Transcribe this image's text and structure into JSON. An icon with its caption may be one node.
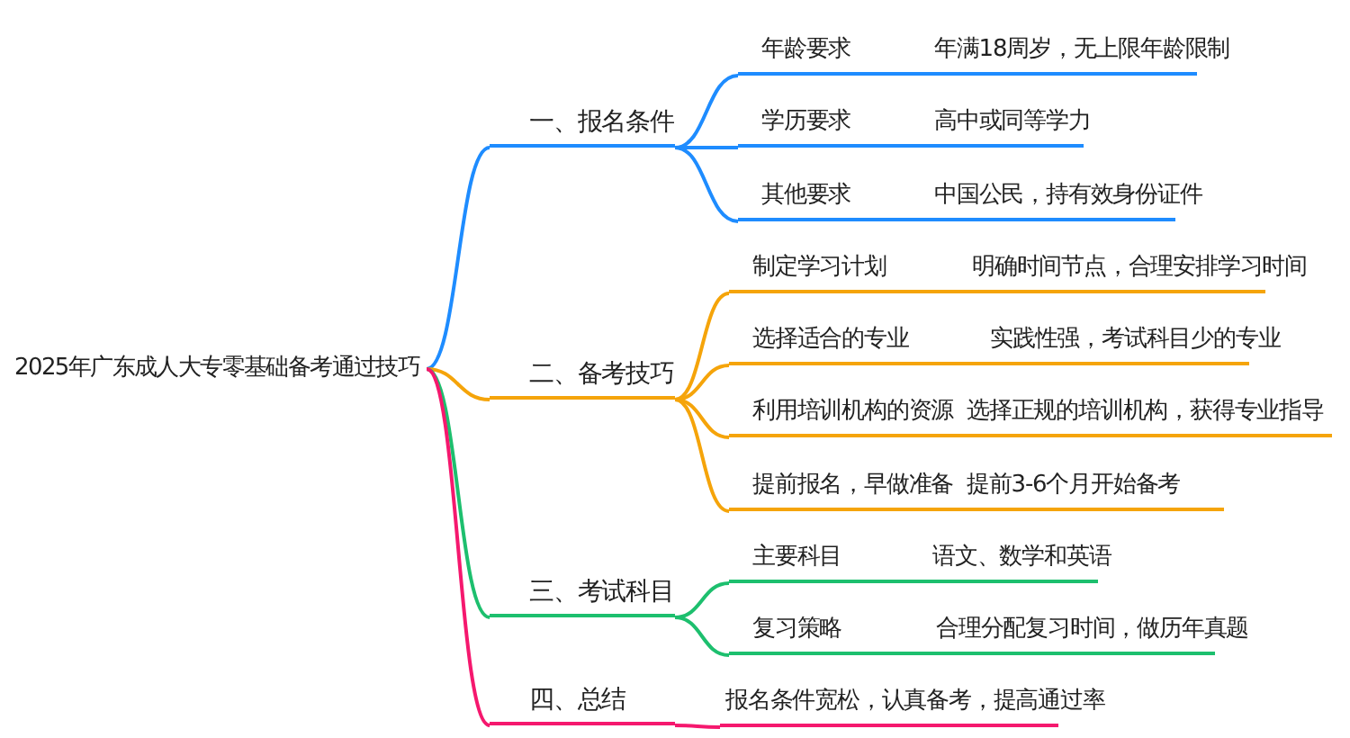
{
  "diagram": {
    "nodes": [
      {
        "text": [
          "2025年广东成人大专零基础备考通过技巧"
        ]
      },
      {
        "text": [
          "一、报名条件"
        ]
      },
      {
        "text": [
          "年龄要求",
          "年满18周岁，无上限年龄限制"
        ]
      },
      {
        "text": [
          "学历要求",
          "高中或同等学力"
        ]
      },
      {
        "text": [
          "其他要求",
          "中国公民，持有效身份证件"
        ]
      },
      {
        "text": [
          "二、备考技巧"
        ]
      },
      {
        "text": [
          "制定学习计划",
          "明确时间节点，合理安排学习时间"
        ]
      },
      {
        "text": [
          "选择适合的专业",
          "实践性强，考试科目少的专业"
        ]
      },
      {
        "text": [
          "利用培训机构的资源",
          "选择正规的培训机构，获得专业指导"
        ]
      },
      {
        "text": [
          "提前报名，早做准备",
          "提前3-6个月开始备考"
        ]
      },
      {
        "text": [
          "三、考试科目"
        ]
      },
      {
        "text": [
          "主要科目",
          "语文、数学和英语"
        ]
      },
      {
        "text": [
          "复习策略",
          "合理分配复习时间，做历年真题"
        ]
      },
      {
        "text": [
          "四、总结"
        ]
      },
      {
        "text": [
          "报名条件宽松，认真备考，提高通过率"
        ]
      }
    ],
    "edges": [
      {
        "from": 0,
        "to": 1,
        "arrow": "none",
        "color": "#1e8cff"
      },
      {
        "from": 1,
        "to": 2,
        "arrow": "none",
        "color": "#1e8cff"
      },
      {
        "from": 1,
        "to": 3,
        "arrow": "none",
        "color": "#1e8cff"
      },
      {
        "from": 1,
        "to": 4,
        "arrow": "none",
        "color": "#1e8cff"
      },
      {
        "from": 0,
        "to": 5,
        "arrow": "none",
        "color": "#f5a40a"
      },
      {
        "from": 5,
        "to": 6,
        "arrow": "none",
        "color": "#f5a40a"
      },
      {
        "from": 5,
        "to": 7,
        "arrow": "none",
        "color": "#f5a40a"
      },
      {
        "from": 5,
        "to": 8,
        "arrow": "none",
        "color": "#f5a40a"
      },
      {
        "from": 5,
        "to": 9,
        "arrow": "none",
        "color": "#f5a40a"
      },
      {
        "from": 0,
        "to": 10,
        "arrow": "none",
        "color": "#1dbf6e"
      },
      {
        "from": 10,
        "to": 11,
        "arrow": "none",
        "color": "#1dbf6e"
      },
      {
        "from": 10,
        "to": 12,
        "arrow": "none",
        "color": "#1dbf6e"
      },
      {
        "from": 0,
        "to": 13,
        "arrow": "none",
        "color": "#f5186e"
      },
      {
        "from": 13,
        "to": 14,
        "arrow": "none",
        "color": "#f5186e"
      }
    ]
  }
}
